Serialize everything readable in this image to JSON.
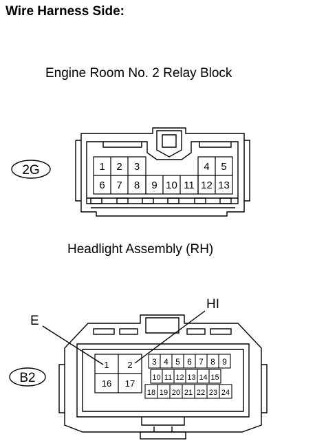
{
  "heading": "Wire Harness Side:",
  "connector_a": {
    "title": "Engine Room No. 2 Relay Block",
    "code": "2G",
    "row1_left": [
      "1",
      "2",
      "3"
    ],
    "row1_right": [
      "4",
      "5"
    ],
    "row2": [
      "6",
      "7",
      "8",
      "9",
      "10",
      "11",
      "12",
      "13"
    ]
  },
  "connector_b": {
    "title": "Headlight Assembly (RH)",
    "code": "B2",
    "callout_left": "E",
    "callout_right": "HI",
    "large_pins": [
      "1",
      "2",
      "16",
      "17"
    ],
    "small_row1": [
      "3",
      "4",
      "5",
      "6",
      "7",
      "8",
      "9"
    ],
    "small_row2": [
      "10",
      "11",
      "12",
      "13",
      "14",
      "15"
    ],
    "small_row3": [
      "18",
      "19",
      "20",
      "21",
      "22",
      "23",
      "24"
    ]
  },
  "colors": {
    "line": "#000000",
    "background": "#ffffff"
  }
}
